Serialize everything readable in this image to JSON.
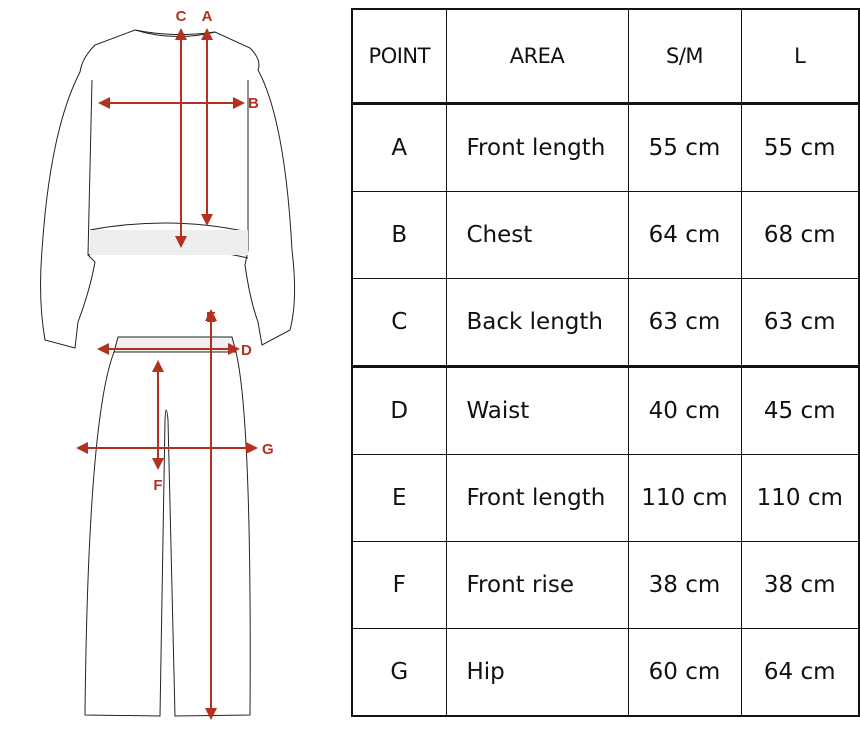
{
  "illustration": {
    "arrow_color": "#b2321f",
    "labels": [
      "A",
      "B",
      "C",
      "D",
      "E",
      "F",
      "G"
    ]
  },
  "table": {
    "headers": [
      "POINT",
      "AREA",
      "S/M",
      "L"
    ],
    "rows": [
      {
        "point": "A",
        "area": "Front length",
        "sm": "55 cm",
        "l": "55 cm"
      },
      {
        "point": "B",
        "area": "Chest",
        "sm": "64 cm",
        "l": "68 cm"
      },
      {
        "point": "C",
        "area": "Back length",
        "sm": "63 cm",
        "l": "63 cm"
      },
      {
        "point": "D",
        "area": "Waist",
        "sm": "40 cm",
        "l": "45 cm"
      },
      {
        "point": "E",
        "area": "Front length",
        "sm": "110 cm",
        "l": "110 cm"
      },
      {
        "point": "F",
        "area": "Front rise",
        "sm": "38 cm",
        "l": "38 cm"
      },
      {
        "point": "G",
        "area": "Hip",
        "sm": "60 cm",
        "l": "64 cm"
      }
    ]
  }
}
